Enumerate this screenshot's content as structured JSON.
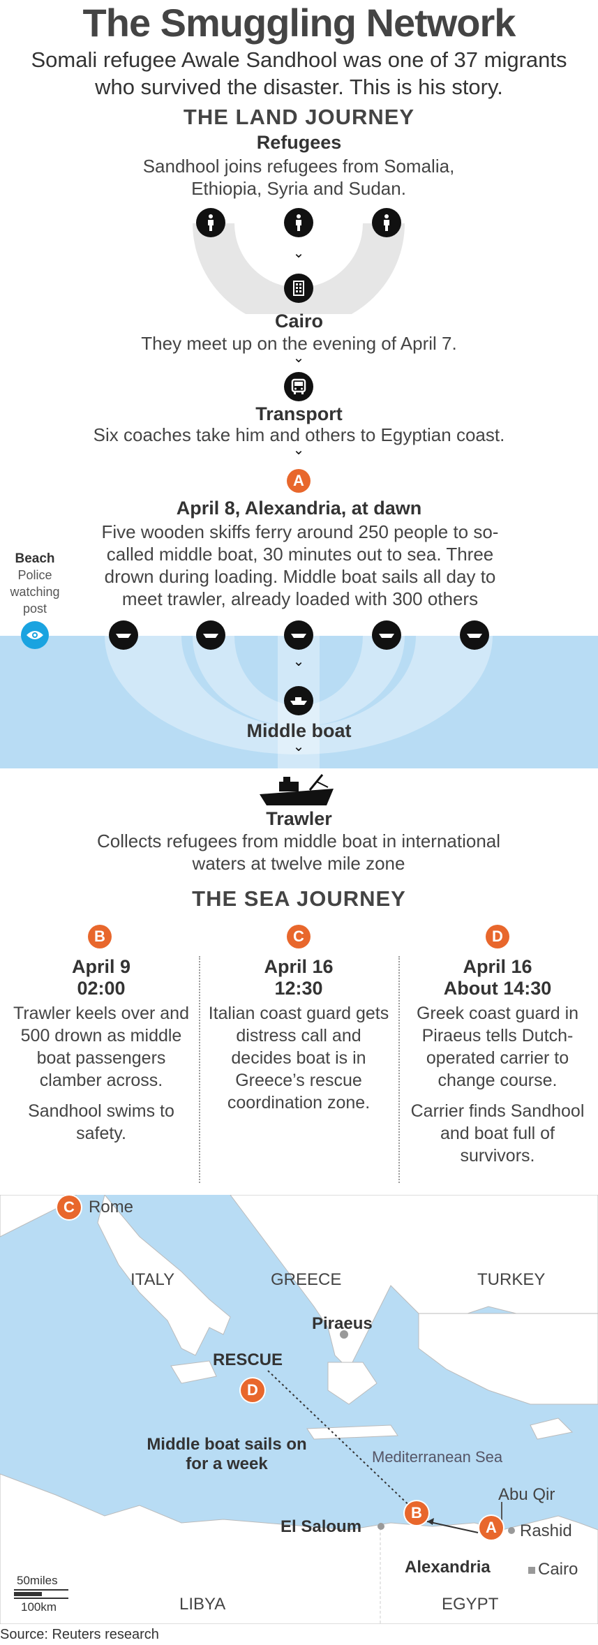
{
  "title": "The Smuggling Network",
  "subtitle": "Somali refugee Awale Sandhool was one of 37 migrants who survived the disaster. This is his story.",
  "land": {
    "heading": "THE LAND JOURNEY",
    "refugees": {
      "title": "Refugees",
      "text": "Sandhool joins refugees from Somalia, Ethiopia, Syria and Sudan."
    },
    "cairo": {
      "title": "Cairo",
      "text": "They meet up on the evening of April 7."
    },
    "transport": {
      "title": "Transport",
      "text": "Six coaches take him and others to Egyptian coast."
    },
    "alexandria": {
      "badge": "A",
      "title": "April 8, Alexandria, at dawn",
      "text": "Five wooden skiffs ferry around 250 people to so-called middle boat, 30 minutes out to sea. Three drown during loading. Middle boat sails all day to meet trawler, already loaded with 300 others"
    },
    "beach": {
      "title": "Beach",
      "line1": "Police",
      "line2": "watching",
      "line3": "post"
    },
    "middle_boat": "Middle boat",
    "trawler": {
      "title": "Trawler",
      "text": "Collects refugees from middle boat in international waters at twelve mile zone"
    }
  },
  "sea": {
    "heading": "THE SEA JOURNEY",
    "events": [
      {
        "badge": "B",
        "date": "April 9",
        "time": "02:00",
        "text": "Trawler keels over and 500 drown as middle boat passengers clamber across.",
        "text2": "Sandhool swims to safety."
      },
      {
        "badge": "C",
        "date": "April 16",
        "time": "12:30",
        "text": "Italian coast guard gets distress call and decides boat is in Greece’s rescue coordination zone.",
        "text2": ""
      },
      {
        "badge": "D",
        "date": "April 16",
        "time": "About 14:30",
        "text": "Greek coast guard in Piraeus tells Dutch-operated carrier to change course.",
        "text2": "Carrier finds Sandhool and boat full of survivors."
      }
    ]
  },
  "map": {
    "rome": "Rome",
    "rome_badge": "C",
    "italy": "ITALY",
    "greece": "GREECE",
    "turkey": "TURKEY",
    "piraeus": "Piraeus",
    "rescue": "RESCUE",
    "rescue_badge": "D",
    "middle_boat_note": "Middle boat sails on for a week",
    "sea_name": "Mediterranean Sea",
    "abu_qir": "Abu Qir",
    "rashid": "Rashid",
    "alexandria": "Alexandria",
    "el_saloum": "El Saloum",
    "cairo": "Cairo",
    "badge_b": "B",
    "badge_a": "A",
    "libya": "LIBYA",
    "egypt": "EGYPT",
    "scale_miles": "50miles",
    "scale_km": "100km",
    "sea_color": "#b8dcf4",
    "land_color": "#ffffff",
    "accent": "#e8672c"
  },
  "source": "Source: Reuters research",
  "colors": {
    "water": "#b8dcf4",
    "badge": "#e8672c",
    "icon": "#111111",
    "eye": "#1aa3e0"
  }
}
